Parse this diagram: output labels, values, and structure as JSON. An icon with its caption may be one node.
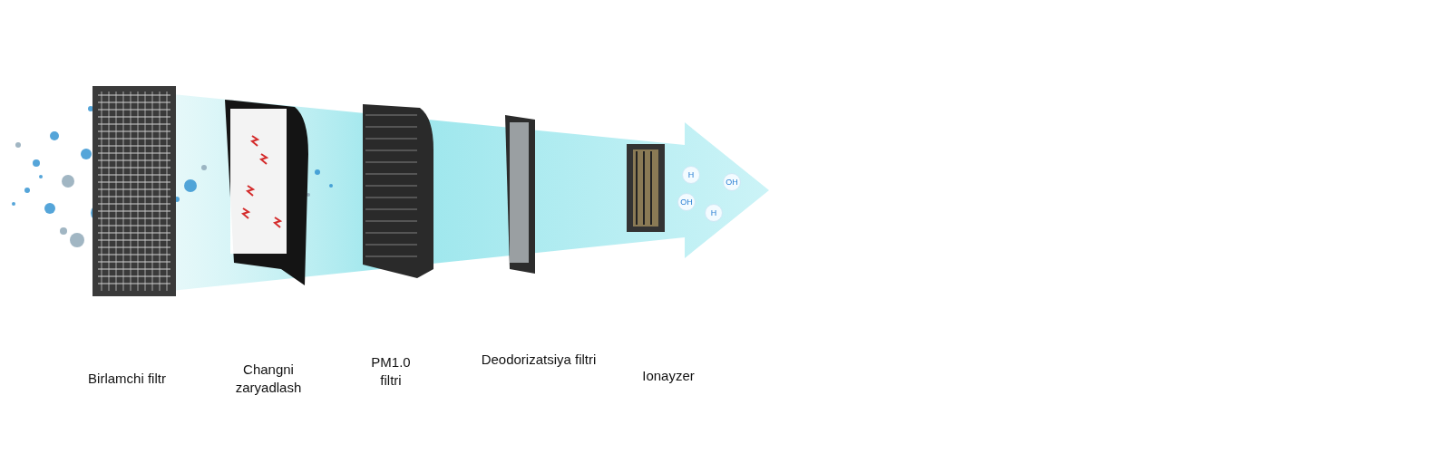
{
  "diagram": {
    "labels": [
      "Birlamchi filtr",
      "Changni zaryadlash",
      "PM1.0 filtri",
      "Deodorizatsiya filtri",
      "Ionayzer",
      "H",
      "OH",
      "OH",
      "H"
    ]
  }
}
